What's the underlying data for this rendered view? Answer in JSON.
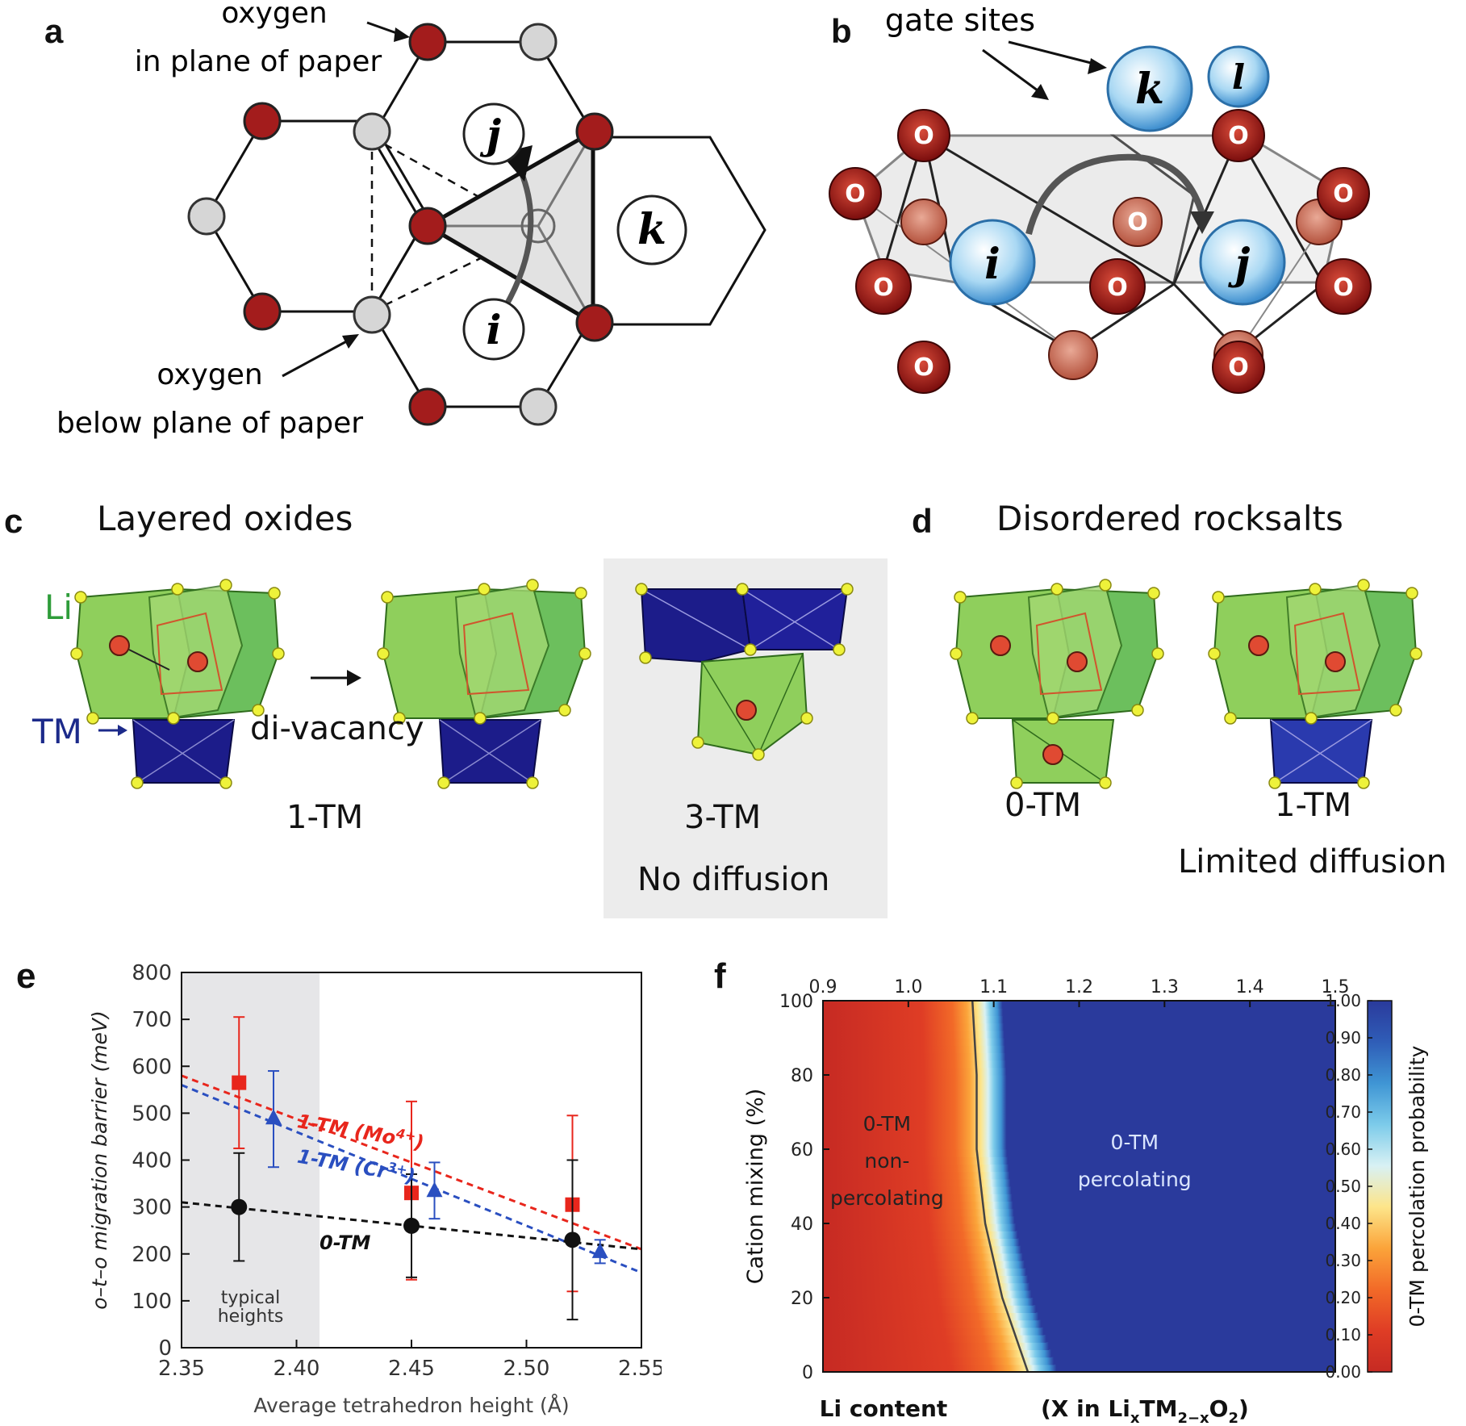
{
  "panels": {
    "a": {
      "label": "a",
      "oxygen_in_plane": [
        "oxygen",
        "in plane of paper"
      ],
      "oxygen_below": [
        "oxygen",
        "below plane of paper"
      ],
      "sites": [
        "j",
        "k",
        "i"
      ]
    },
    "b": {
      "label": "b",
      "gate_sites": "gate sites",
      "sites": [
        "k",
        "l",
        "i",
        "j"
      ],
      "oxygen_letter": "O"
    },
    "c": {
      "label": "c",
      "title": "Layered oxides",
      "li": "Li",
      "tm": "TM",
      "divacancy": "di-vacancy",
      "label_1tm": "1-TM",
      "label_3tm": "3-TM",
      "no_diffusion": "No diffusion"
    },
    "d": {
      "label": "d",
      "title": "Disordered rocksalts",
      "label_0tm": "0-TM",
      "label_1tm": "1-TM",
      "limited": "Limited diffusion"
    },
    "e": {
      "label": "e"
    },
    "f": {
      "label": "f"
    }
  },
  "chart_data": [
    {
      "type": "scatter",
      "panel": "e",
      "xlabel": "Average tetrahedron height (Å)",
      "ylabel": "o–t–o migration barrier (meV)",
      "xlim": [
        2.35,
        2.55
      ],
      "ylim": [
        0,
        800
      ],
      "xticks": [
        "2.35",
        "2.40",
        "2.45",
        "2.50",
        "2.55"
      ],
      "yticks": [
        "0",
        "100",
        "200",
        "300",
        "400",
        "500",
        "600",
        "700",
        "800"
      ],
      "shaded_region": {
        "x": [
          2.35,
          2.41
        ],
        "label": [
          "typical",
          "heights"
        ]
      },
      "series": [
        {
          "name": "1-TM (Mo4+)",
          "color": "#e8261c",
          "marker": "square",
          "x": [
            2.375,
            2.45,
            2.52
          ],
          "y": [
            565,
            330,
            305
          ],
          "err_low": [
            425,
            145,
            120
          ],
          "err_high": [
            705,
            525,
            495
          ],
          "fit": [
            [
              2.35,
              580
            ],
            [
              2.55,
              210
            ]
          ]
        },
        {
          "name": "1-TM (Cr3+)",
          "color": "#2a4fc0",
          "marker": "triangle",
          "x": [
            2.39,
            2.46,
            2.532
          ],
          "y": [
            490,
            335,
            205
          ],
          "err_low": [
            385,
            275,
            180
          ],
          "err_high": [
            590,
            395,
            230
          ],
          "fit": [
            [
              2.35,
              560
            ],
            [
              2.55,
              160
            ]
          ]
        },
        {
          "name": "0-TM",
          "color": "#111111",
          "marker": "circle",
          "x": [
            2.375,
            2.45,
            2.52
          ],
          "y": [
            300,
            260,
            230
          ],
          "err_low": [
            185,
            150,
            60
          ],
          "err_high": [
            415,
            370,
            400
          ],
          "fit": [
            [
              2.35,
              310
            ],
            [
              2.55,
              210
            ]
          ]
        }
      ],
      "series_labels": {
        "mo_prefix": "1-TM (Mo",
        "mo_sup": "4+",
        "mo_suffix": ")",
        "cr_prefix": "1-TM (Cr",
        "cr_sup": "3+",
        "cr_suffix": ")",
        "zero": "0-TM"
      }
    },
    {
      "type": "heatmap",
      "panel": "f",
      "xlabel": "Li content",
      "xlabel_formula": {
        "prefix": "(X in Li",
        "sub1": "x",
        "mid": "TM",
        "sub2": "2−x",
        "o": "O",
        "sub3": "2",
        "suffix": ")"
      },
      "ylabel": "Cation mixing (%)",
      "xlim": [
        0.9,
        1.5
      ],
      "ylim": [
        0,
        100
      ],
      "xticks": [
        "0.9",
        "1.0",
        "1.1",
        "1.2",
        "1.3",
        "1.4",
        "1.5"
      ],
      "yticks": [
        "0",
        "20",
        "40",
        "60",
        "80",
        "100"
      ],
      "boundary": [
        [
          1.14,
          0
        ],
        [
          1.11,
          20
        ],
        [
          1.09,
          40
        ],
        [
          1.08,
          60
        ],
        [
          1.08,
          80
        ],
        [
          1.075,
          100
        ]
      ],
      "regions": {
        "left": [
          "0-TM",
          "non-",
          "percolating"
        ],
        "right": [
          "0-TM",
          "percolating"
        ]
      },
      "colorbar": {
        "label": "0-TM percolation probability",
        "ticks": [
          "0.00",
          "0.10",
          "0.20",
          "0.30",
          "0.40",
          "0.50",
          "0.60",
          "0.70",
          "0.80",
          "0.90",
          "1.00"
        ],
        "colors": [
          "#c62a23",
          "#df3d25",
          "#f26a28",
          "#fba43a",
          "#fde58a",
          "#d8f1f4",
          "#7ccbea",
          "#3f95d4",
          "#2f5db7",
          "#2a3a9c"
        ]
      }
    }
  ]
}
